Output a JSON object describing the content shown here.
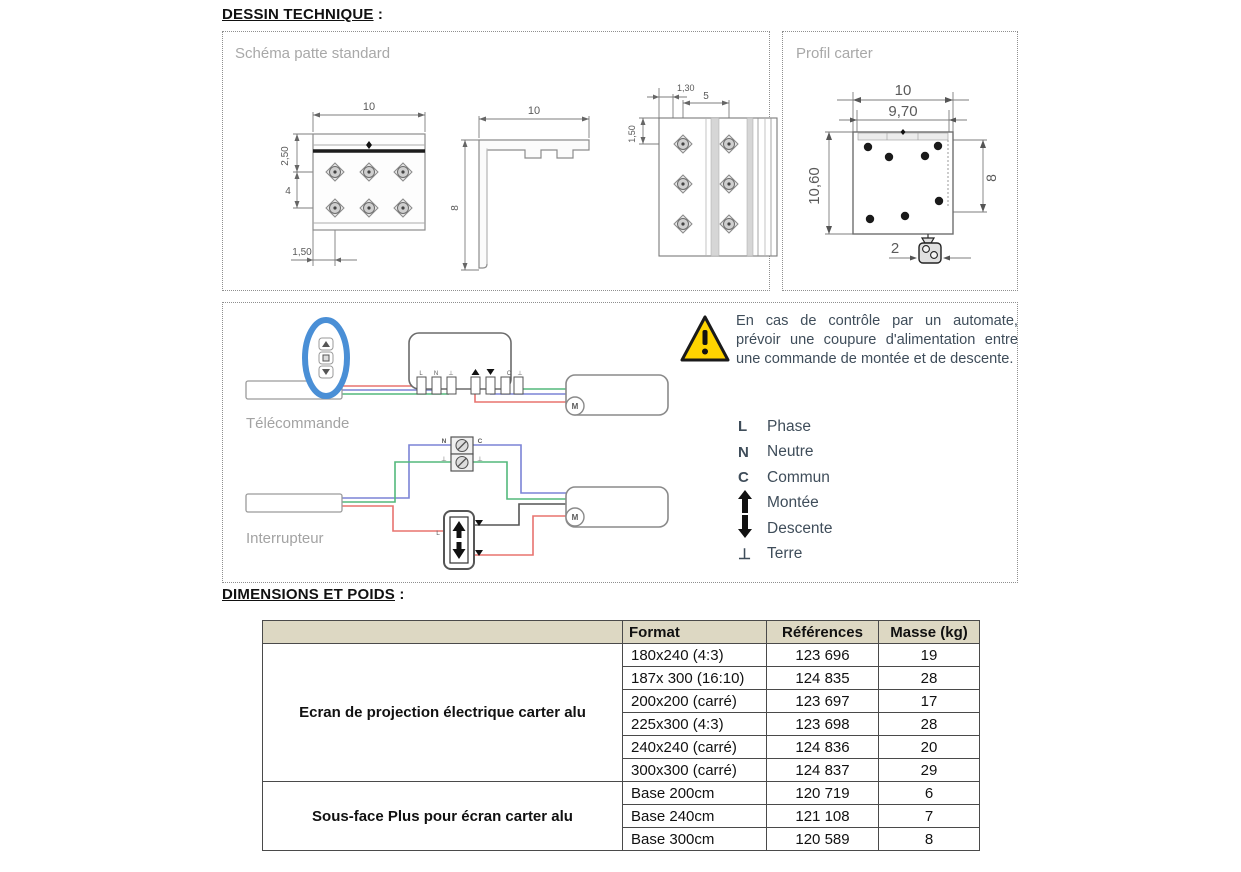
{
  "headings": {
    "technical": "DESSIN TECHNIQUE",
    "dimensions": "DIMENSIONS ET POIDS",
    "colon": " :"
  },
  "patte": {
    "title": "Schéma patte standard",
    "front": {
      "width": "10",
      "top": "2,50",
      "mid": "4",
      "offset": "1,50"
    },
    "side": {
      "width": "10",
      "height": "8"
    },
    "plan": {
      "edge": "1,30",
      "pitch": "5",
      "top_offset": "1,50"
    }
  },
  "carter": {
    "title": "Profil carter",
    "outer_width": "10",
    "inner_width": "9,70",
    "height_left": "10,60",
    "height_right": "8",
    "bottom_width": "2"
  },
  "wiring": {
    "remote_label": "Télécommande",
    "switch_label": "Interrupteur",
    "warning_text": "En cas de contrôle par un automate, prévoir une coupure d'alimentation entre une commande de montée et de descente.",
    "motor_letter": "M",
    "terminal_labels": {
      "l": "L",
      "n": "N",
      "c": "C",
      "ground": "⊥"
    },
    "legend": [
      {
        "symbol": "L",
        "label": "Phase"
      },
      {
        "symbol": "N",
        "label": "Neutre"
      },
      {
        "symbol": "C",
        "label": "Commun"
      },
      {
        "symbol": "up-arrow",
        "label": "Montée"
      },
      {
        "symbol": "down-arrow",
        "label": "Descente"
      },
      {
        "symbol": "⊥",
        "label": "Terre"
      }
    ]
  },
  "table": {
    "headers": [
      "",
      "Format",
      "Références",
      "Masse (kg)"
    ],
    "groups": [
      {
        "name": "Ecran de projection électrique carter alu",
        "rows": [
          [
            "180x240 (4:3)",
            "123 696",
            "19"
          ],
          [
            "187x 300 (16:10)",
            "124 835",
            "28"
          ],
          [
            "200x200 (carré)",
            "123 697",
            "17"
          ],
          [
            "225x300 (4:3)",
            "123 698",
            "28"
          ],
          [
            "240x240 (carré)",
            "124 836",
            "20"
          ],
          [
            "300x300 (carré)",
            "124 837",
            "29"
          ]
        ]
      },
      {
        "name": "Sous-face Plus pour écran carter alu",
        "rows": [
          [
            "Base 200cm",
            "120 719",
            "6"
          ],
          [
            "Base 240cm",
            "121 108",
            "7"
          ],
          [
            "Base 300cm",
            "120 589",
            "8"
          ]
        ]
      }
    ]
  },
  "colors": {
    "remote_blue": "#4a8fd6",
    "wire_red": "#e8736f",
    "wire_blue": "#7b84d6",
    "wire_green": "#53b97c",
    "wire_black": "#555555",
    "warning_yellow": "#ffd400",
    "table_header_bg": "#ddd8c3",
    "gray_label": "#a3a3a3",
    "dark_text": "#3f4d5a"
  }
}
